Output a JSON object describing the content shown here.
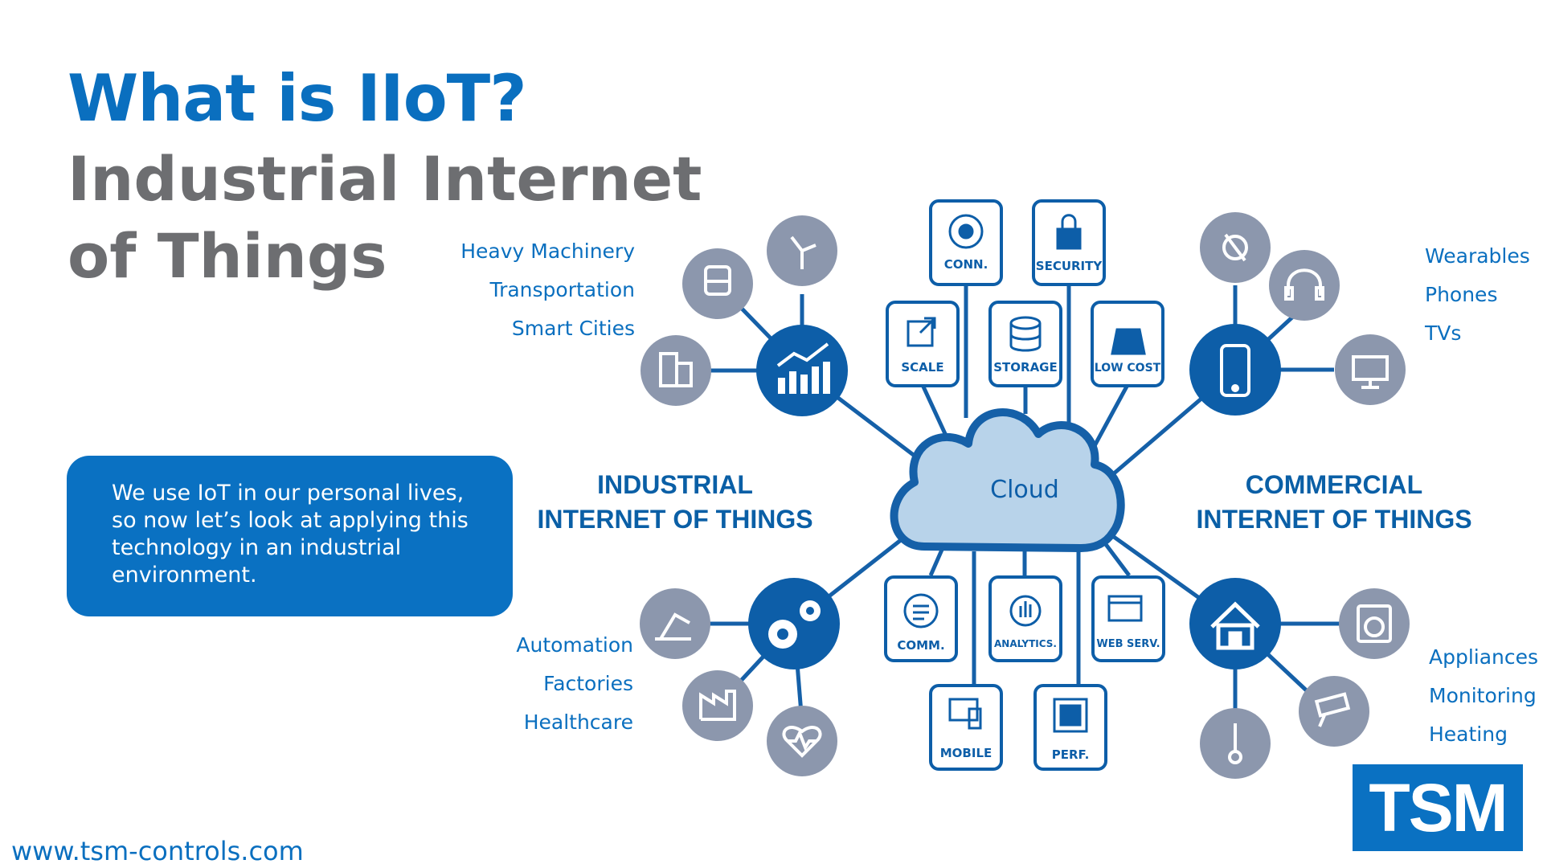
{
  "heading": {
    "question": "What is IIoT?",
    "line1": "Industrial Internet",
    "line2": "of Things"
  },
  "callout": "We use IoT in our personal lives, so now let’s look at applying this technology in an industrial environment.",
  "footer_url": "www.tsm-controls.com",
  "logo_text": "TSM",
  "industrial": {
    "title_line1": "INDUSTRIAL",
    "title_line2": "INTERNET OF THINGS",
    "top_labels": [
      "Heavy Machinery",
      "Transportation",
      "Smart Cities"
    ],
    "bottom_labels": [
      "Automation",
      "Factories",
      "Healthcare"
    ],
    "top_hub_icon": "bar-chart-icon",
    "top_spoke_icons": [
      "wind-turbine-icon",
      "train-icon",
      "buildings-icon"
    ],
    "bottom_hub_icon": "gears-icon",
    "bottom_spoke_icons": [
      "robot-arm-icon",
      "factory-icon",
      "heart-monitor-icon"
    ]
  },
  "commercial": {
    "title_line1": "COMMERCIAL",
    "title_line2": "INTERNET OF THINGS",
    "top_labels": [
      "Wearables",
      "Phones",
      "TVs"
    ],
    "bottom_labels": [
      "Appliances",
      "Monitoring",
      "Heating"
    ],
    "top_hub_icon": "phone-icon",
    "top_spoke_icons": [
      "smartwatch-icon",
      "headphones-icon",
      "monitor-icon"
    ],
    "bottom_hub_icon": "house-icon",
    "bottom_spoke_icons": [
      "washing-machine-icon",
      "security-camera-icon",
      "thermometer-icon"
    ]
  },
  "cloud_label": "Cloud",
  "cloud_boxes_top": [
    {
      "label": "CONN.",
      "icon": "network-icon"
    },
    {
      "label": "SECURITY",
      "icon": "lock-icon"
    },
    {
      "label": "SCALE",
      "icon": "external-link-icon"
    },
    {
      "label": "STORAGE",
      "icon": "database-icon"
    },
    {
      "label": "LOW COST",
      "icon": "money-bag-icon"
    }
  ],
  "cloud_boxes_bottom": [
    {
      "label": "COMM.",
      "icon": "chat-bubble-icon"
    },
    {
      "label": "ANALYTICS.",
      "icon": "analytics-icon"
    },
    {
      "label": "WEB SERV.",
      "icon": "api-icon"
    },
    {
      "label": "MOBILE",
      "icon": "devices-icon"
    },
    {
      "label": "PERF.",
      "icon": "chip-icon"
    }
  ],
  "colors": {
    "brand_blue": "#0a71c2",
    "heading_grey": "#6d6e71",
    "hub_blue": "#0d5ea8",
    "spoke_grey": "#8c97ad",
    "cloud_fill": "#b8d3ea",
    "line_blue": "#1560a8"
  }
}
